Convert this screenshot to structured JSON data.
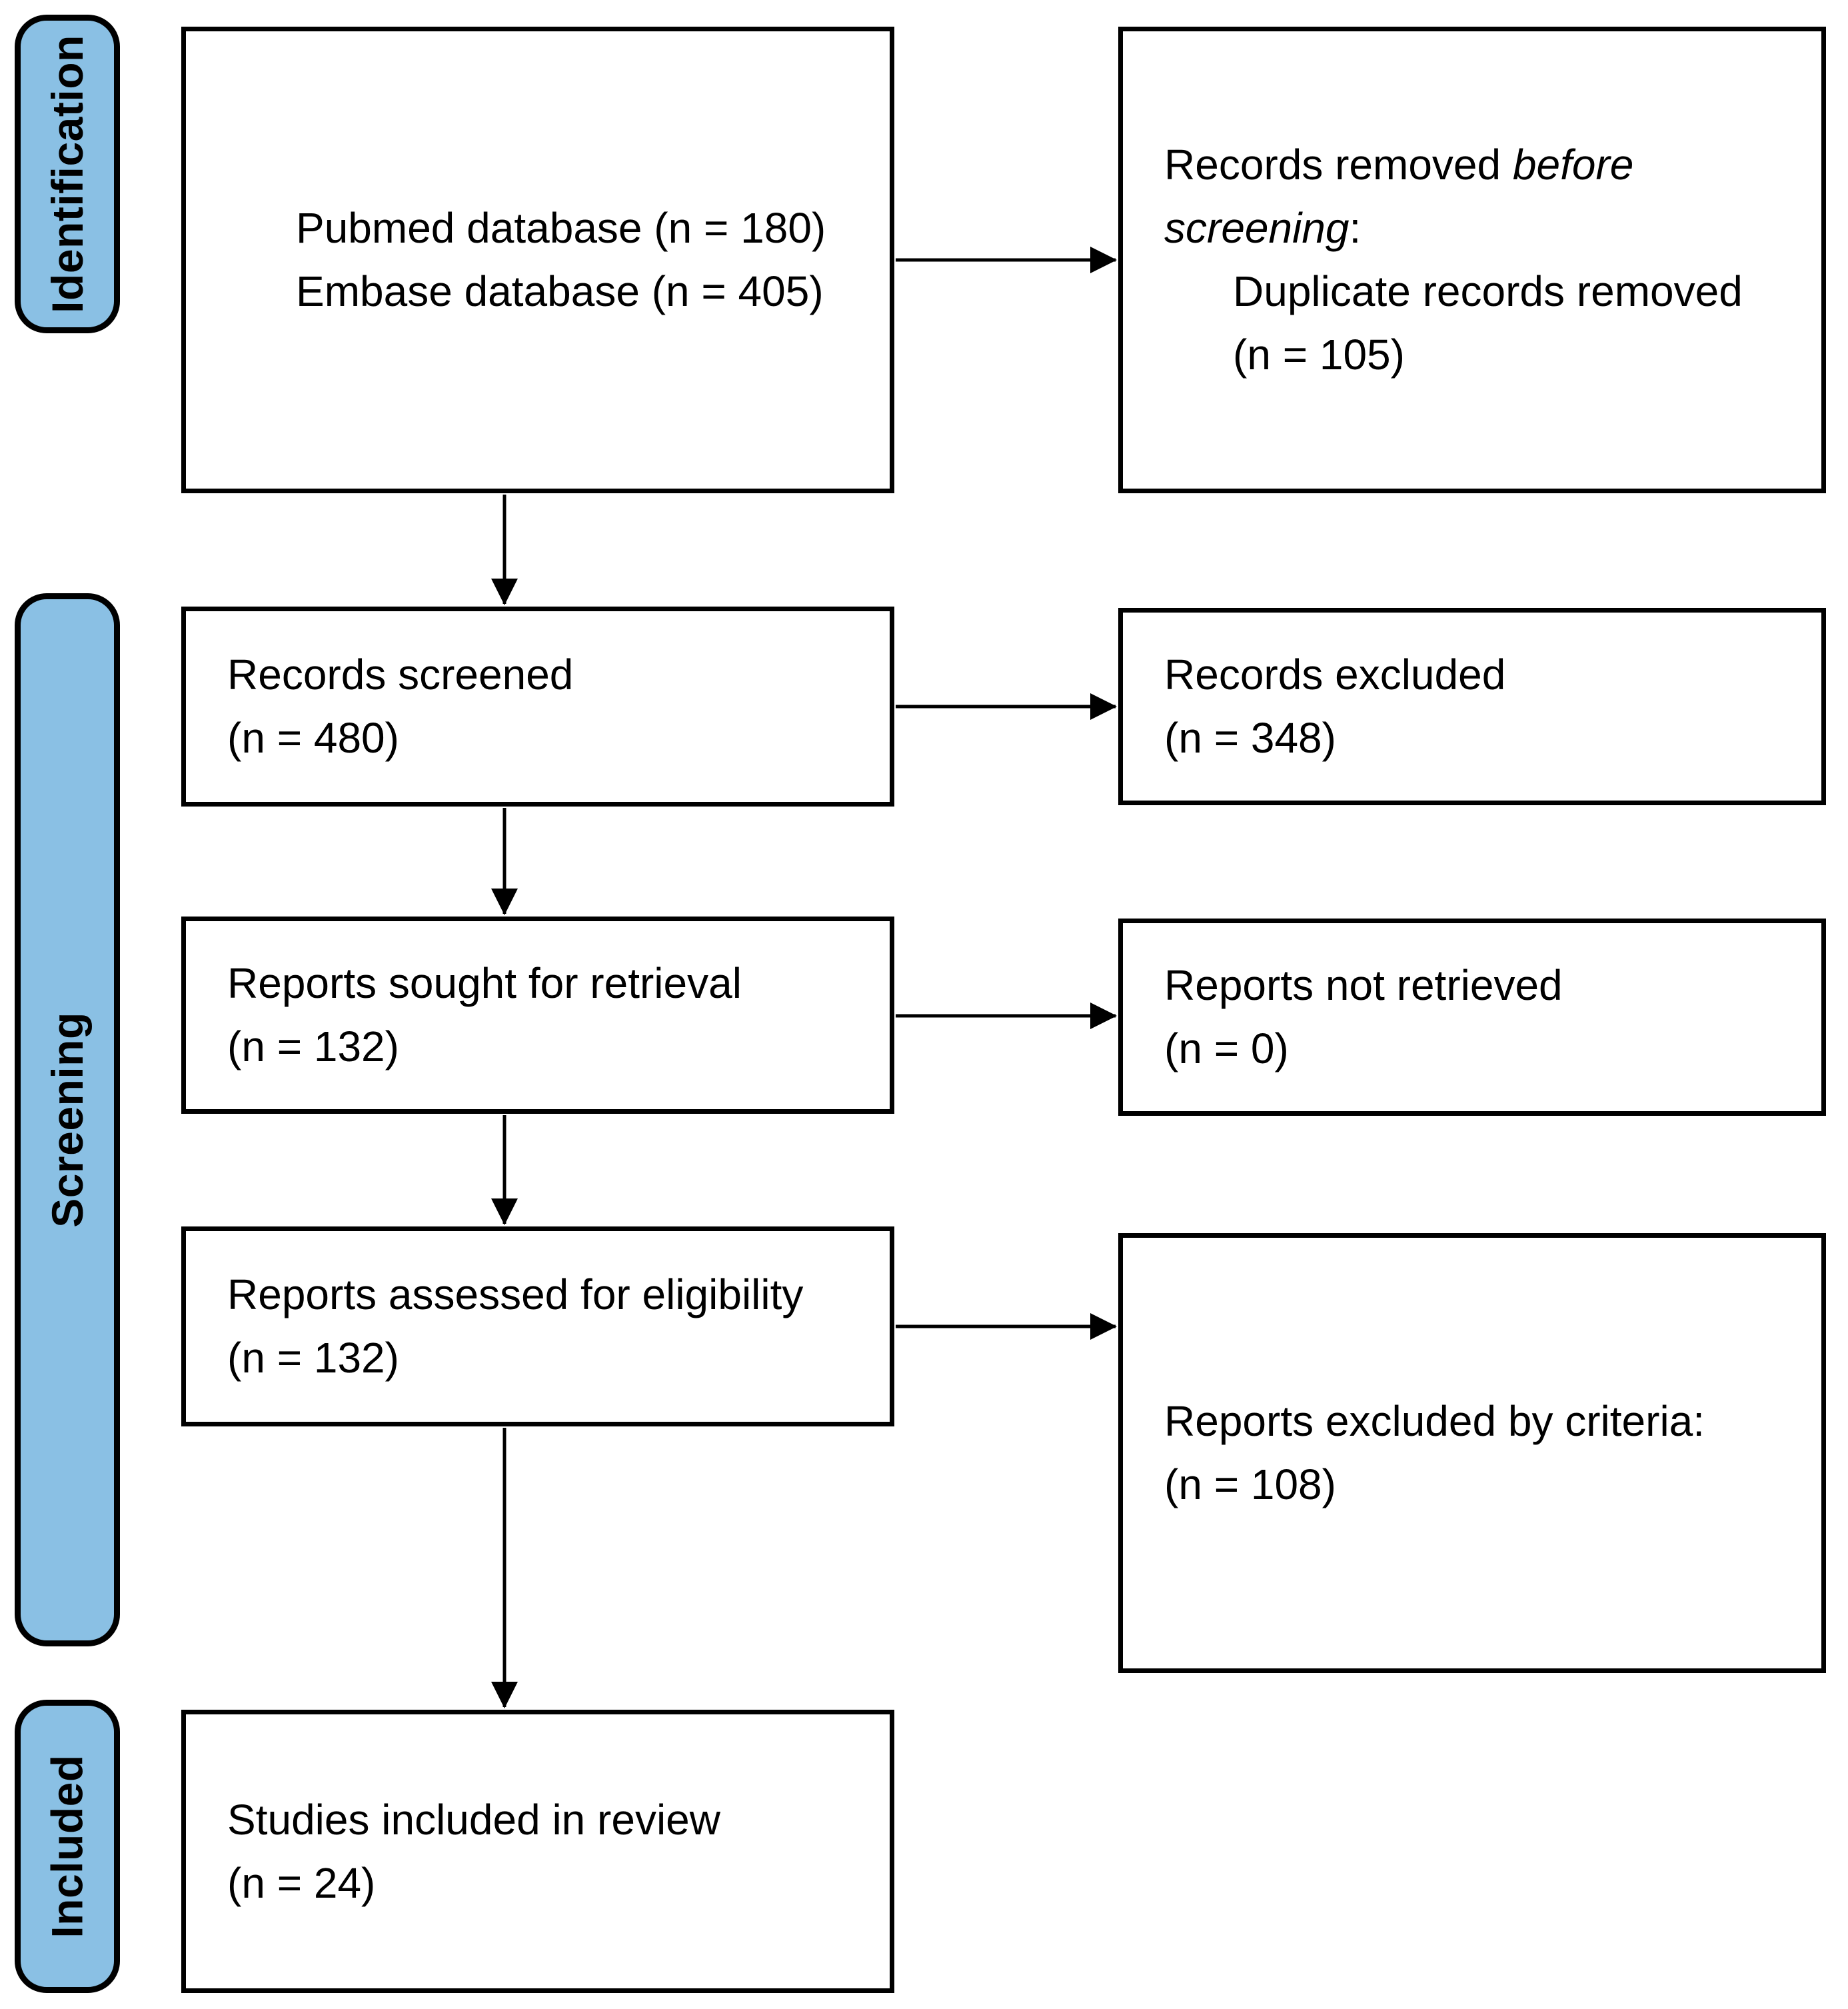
{
  "diagram": {
    "colors": {
      "stage_fill": "#8AC0E4",
      "line": "#000000",
      "background": "#FFFFFF",
      "text": "#000000"
    },
    "stages": [
      {
        "id": "identification",
        "label": "Identification"
      },
      {
        "id": "screening",
        "label": "Screening"
      },
      {
        "id": "included",
        "label": "Included"
      }
    ],
    "boxes": {
      "databases": {
        "lines": [
          {
            "segments": [
              {
                "text": "Pubmed database (n = 180)"
              }
            ]
          },
          {
            "segments": [
              {
                "text": "Embase database (n = 405)"
              }
            ]
          }
        ]
      },
      "records_removed": {
        "lines": [
          {
            "segments": [
              {
                "text": "Records removed "
              },
              {
                "text": "before",
                "italic": true
              }
            ]
          },
          {
            "segments": [
              {
                "text": "screening",
                "italic": true
              },
              {
                "text": ":"
              }
            ]
          },
          {
            "indent": true,
            "segments": [
              {
                "text": "Duplicate records removed"
              }
            ]
          },
          {
            "indent": true,
            "segments": [
              {
                "text": "(n = 105)"
              }
            ]
          }
        ]
      },
      "records_screened": {
        "lines": [
          {
            "segments": [
              {
                "text": "Records screened"
              }
            ]
          },
          {
            "segments": [
              {
                "text": "(n = 480)"
              }
            ]
          }
        ]
      },
      "records_excluded": {
        "lines": [
          {
            "segments": [
              {
                "text": "Records excluded"
              }
            ]
          },
          {
            "segments": [
              {
                "text": "(n = 348)"
              }
            ]
          }
        ]
      },
      "reports_sought": {
        "lines": [
          {
            "segments": [
              {
                "text": "Reports sought for retrieval"
              }
            ]
          },
          {
            "segments": [
              {
                "text": "(n = 132)"
              }
            ]
          }
        ]
      },
      "reports_not_retrieved": {
        "lines": [
          {
            "segments": [
              {
                "text": "Reports not retrieved"
              }
            ]
          },
          {
            "segments": [
              {
                "text": "(n = 0)"
              }
            ]
          }
        ]
      },
      "reports_assessed": {
        "lines": [
          {
            "segments": [
              {
                "text": "Reports assessed for eligibility"
              }
            ]
          },
          {
            "segments": [
              {
                "text": "(n = 132)"
              }
            ]
          }
        ]
      },
      "reports_excluded_criteria": {
        "lines": [
          {
            "segments": [
              {
                "text": "Reports excluded by criteria:"
              }
            ]
          },
          {
            "segments": [
              {
                "text": "(n = 108)"
              }
            ]
          }
        ]
      },
      "studies_included": {
        "lines": [
          {
            "segments": [
              {
                "text": "Studies included in review"
              }
            ]
          },
          {
            "segments": [
              {
                "text": "(n = 24)"
              }
            ]
          }
        ]
      }
    },
    "arrows": [
      {
        "from": "databases",
        "to": "records_removed",
        "direction": "right"
      },
      {
        "from": "databases",
        "to": "records_screened",
        "direction": "down"
      },
      {
        "from": "records_screened",
        "to": "records_excluded",
        "direction": "right"
      },
      {
        "from": "records_screened",
        "to": "reports_sought",
        "direction": "down"
      },
      {
        "from": "reports_sought",
        "to": "reports_not_retrieved",
        "direction": "right"
      },
      {
        "from": "reports_sought",
        "to": "reports_assessed",
        "direction": "down"
      },
      {
        "from": "reports_assessed",
        "to": "reports_excluded_criteria",
        "direction": "right"
      },
      {
        "from": "reports_assessed",
        "to": "studies_included",
        "direction": "down"
      }
    ]
  }
}
